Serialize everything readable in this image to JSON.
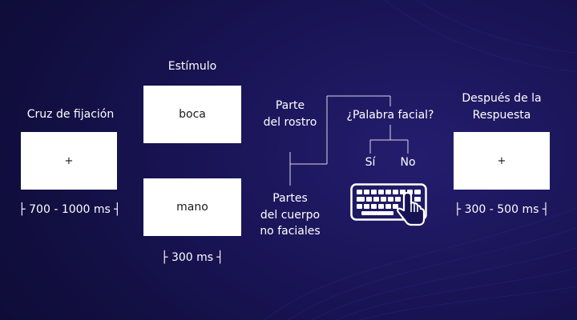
{
  "colors": {
    "background": "#171352",
    "box": "#ffffff",
    "box_text": "#1a1a1a",
    "text": "#ffffff",
    "line": "#d8d8e8",
    "keyboard": "#ffffff"
  },
  "fixation": {
    "title": "Cruz de fijación",
    "symbol": "+",
    "duration": "├ 700 - 1000 ms ┤"
  },
  "stimulus": {
    "title": "Estímulo",
    "word_top": "boca",
    "word_bottom": "mano",
    "duration": "├ 300 ms ┤"
  },
  "categories": {
    "face_line1": "Parte",
    "face_line2": "del rostro",
    "body_line1": "Partes",
    "body_line2": "del cuerpo",
    "body_line3": "no faciales"
  },
  "question": {
    "text": "¿Palabra facial?",
    "yes": "Sí",
    "no": "No",
    "icon": "keyboard-press-icon"
  },
  "after": {
    "title_line1": "Después de la",
    "title_line2": "Respuesta",
    "symbol": "+",
    "duration": "├ 300 - 500 ms ┤"
  }
}
